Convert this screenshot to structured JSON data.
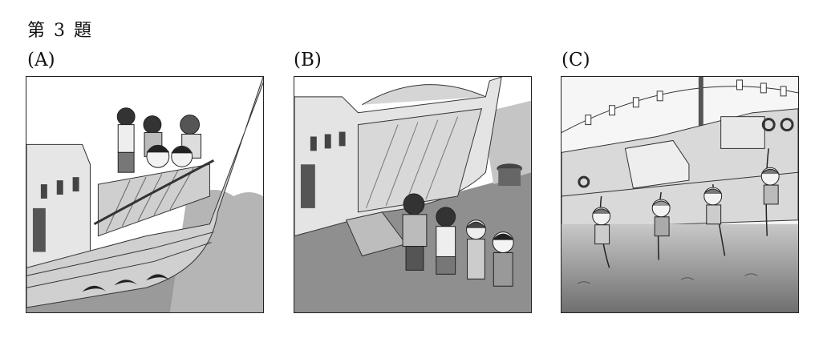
{
  "title": "第 3 題",
  "options": [
    {
      "label": "(A)"
    },
    {
      "label": "(B)"
    },
    {
      "label": "(C)"
    }
  ]
}
